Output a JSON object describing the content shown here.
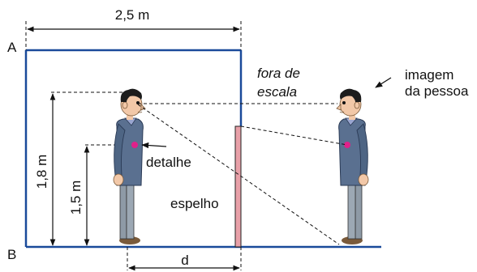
{
  "labels": {
    "width": "2,5 m",
    "point_a": "A",
    "point_b": "B",
    "height_eyes": "1,8 m",
    "height_detail": "1,5 m",
    "detail": "detalhe",
    "mirror": "espelho",
    "distance": "d",
    "scale_note_line1": "fora de",
    "scale_note_line2": "escala",
    "image_line1": "imagem",
    "image_line2": "da pessoa"
  },
  "colors": {
    "room_outline": "#1a4a9a",
    "mirror_fill": "#e8a0a8",
    "detail_dot": "#e0218a",
    "jacket": "#5a7090",
    "trousers": "#8e9aa6",
    "skin": "#f2c8a8",
    "hair": "#1c1c1c",
    "shoes": "#7a5a3a"
  }
}
